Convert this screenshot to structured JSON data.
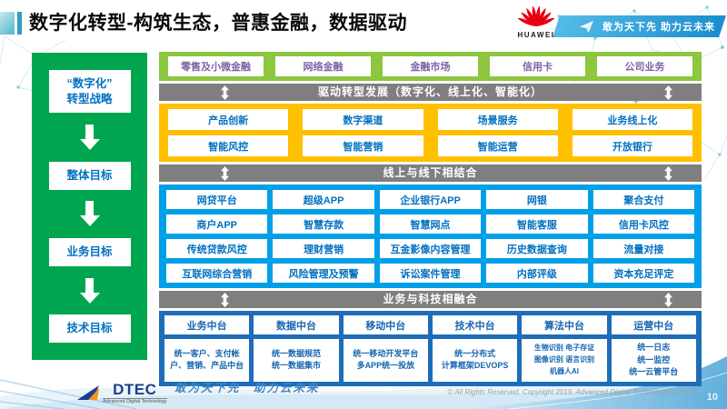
{
  "header": {
    "title": "数字化转型-构筑生态，普惠金融，数据驱动",
    "huawei_label": "HUAWEI",
    "ribbon_slogan": "敢为天下先 助力云未来"
  },
  "sidebar": {
    "items": [
      "“数字化”\n转型战略",
      "整体目标",
      "业务目标",
      "技术目标"
    ]
  },
  "main": {
    "green_row": [
      "零售及小微金融",
      "网络金融",
      "金融市场",
      "信用卡",
      "公司业务"
    ],
    "banner1": "驱动转型发展（数字化、线上化、智能化）",
    "yellow_rows": [
      [
        "产品创新",
        "数字渠道",
        "场景服务",
        "业务线上化"
      ],
      [
        "智能风控",
        "智能营销",
        "智能运营",
        "开放银行"
      ]
    ],
    "banner2": "线上与线下相结合",
    "blue_rows": [
      [
        "网贷平台",
        "超级APP",
        "企业银行APP",
        "网银",
        "聚合支付"
      ],
      [
        "商户APP",
        "智慧存款",
        "智慧网点",
        "智能客服",
        "信用卡风控"
      ],
      [
        "传统贷款风控",
        "理财营销",
        "互金影像内容管理",
        "历史数据查询",
        "流量对接"
      ],
      [
        "互联网综合营销",
        "风险管理及预警",
        "诉讼案件管理",
        "内部评级",
        "资本充足评定"
      ]
    ],
    "banner3": "业务与科技相融合",
    "platform_headers": [
      "业务中台",
      "数据中台",
      "移动中台",
      "技术中台",
      "算法中台",
      "运营中台"
    ],
    "platform_details": [
      "统一客户、支付帐户、营销、产品中台",
      "统一数据规范\n统一数据集市",
      "统一移动开发平台\n多APP统一投放",
      "统一分布式\n计算框架DEVOPS",
      "生物识别 电子存证\n图像识别 语言识别\n机器人AI",
      "统一日志\n统一监控\n统一云管平台"
    ]
  },
  "footer": {
    "dtec_name": "DTEC",
    "dtec_sub": "Advanced Digital Technology",
    "slogan": "敢为天下先　助力云未来",
    "copyright": "© All Rights Reserved. Copyright 2019. Advanced Digital Technology CO.,Ltd",
    "page_number": "10"
  },
  "colors": {
    "sidebar_green": "#00a54f",
    "light_green": "#8dc63f",
    "yellow": "#ffc000",
    "banner_gray": "#7f7f7f",
    "bright_blue": "#00a0e9",
    "dark_blue": "#1e6db8",
    "box_text_blue": "#0070c0",
    "green_row_text_purple": "#7d62a8",
    "huawei_red": "#e60012",
    "ribbon_blue": "#1a8ecd"
  }
}
